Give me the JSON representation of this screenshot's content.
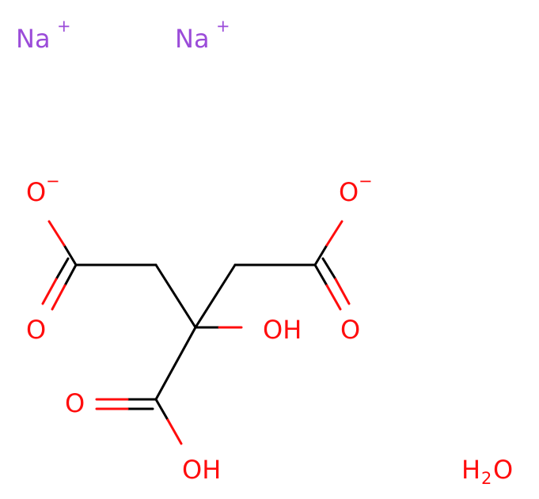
{
  "molecule": {
    "ions": [
      {
        "symbol": "Na",
        "charge": "+"
      },
      {
        "symbol": "Na",
        "charge": "+"
      }
    ],
    "oxygens": {
      "carboxylate_left_anion": {
        "symbol": "O",
        "charge": "−"
      },
      "carboxylate_left_double": {
        "symbol": "O"
      },
      "carboxylate_right_anion": {
        "symbol": "O",
        "charge": "−"
      },
      "carboxylate_right_double": {
        "symbol": "O"
      },
      "hydroxyl": {
        "symbol": "OH"
      },
      "acid_double": {
        "symbol": "O"
      },
      "acid_hydroxyl": {
        "symbol": "OH"
      }
    },
    "water": {
      "H": "H",
      "sub": "2",
      "O": "O"
    }
  },
  "colors": {
    "sodium": "#9b4cd9",
    "oxygen": "#ff0d0d",
    "bond": "#000000"
  }
}
